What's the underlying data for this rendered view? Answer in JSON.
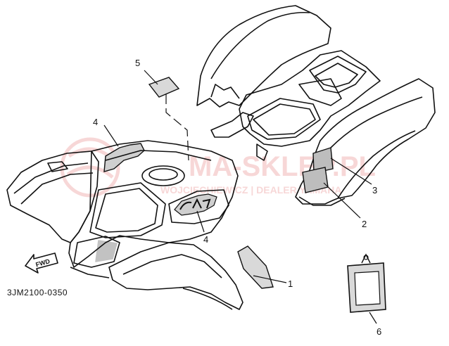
{
  "diagram": {
    "part_code": "3JM2100-0350",
    "fwd_arrow_text": "FWD",
    "callouts": [
      {
        "id": "c1",
        "label": "1"
      },
      {
        "id": "c2",
        "label": "2"
      },
      {
        "id": "c3",
        "label": "3"
      },
      {
        "id": "c4a",
        "label": "4"
      },
      {
        "id": "c4b",
        "label": "4"
      },
      {
        "id": "c5",
        "label": "5"
      },
      {
        "id": "c6",
        "label": "6"
      }
    ]
  },
  "watermark": {
    "brand": "MA-SKLEP.PL",
    "owner": "WOJCIECHIEWICZ | DEALER YAMAHA",
    "color": "#f2b8b8"
  },
  "colors": {
    "ink": "#111111",
    "decal_fill": "#bdbdbd",
    "background": "#ffffff"
  }
}
